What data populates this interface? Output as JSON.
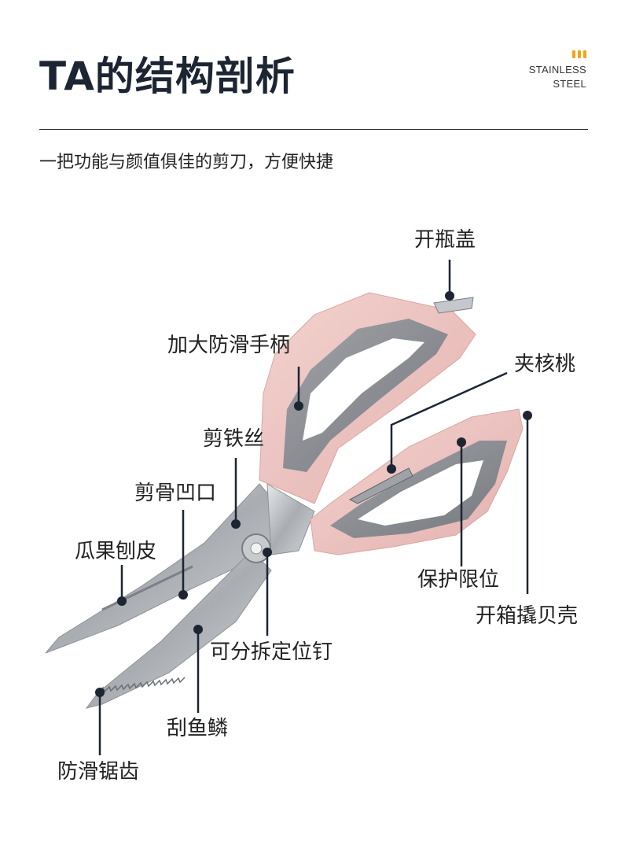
{
  "header": {
    "title": "TA的结构剖析",
    "brand_line1": "STAINLESS",
    "brand_line2": "STEEL",
    "accent_color": "#f2a413"
  },
  "subtitle": "一把功能与颜值俱佳的剪刀，方便快捷",
  "colors": {
    "handle_pink": "#ecc3c0",
    "handle_grip": "#8c8e93",
    "steel": "#b9bcc0",
    "callout_line": "#1d2533"
  },
  "callouts": {
    "bottle_opener": "开瓶盖",
    "large_grip_handle": "加大防滑手柄",
    "walnut_cracker": "夹核桃",
    "wire_cutter": "剪铁丝",
    "bone_notch": "剪骨凹口",
    "fruit_peeler": "瓜果刨皮",
    "protective_stop": "保护限位",
    "box_shell_opener": "开箱撬贝壳",
    "detachable_pin": "可分拆定位钉",
    "fish_scaler": "刮鱼鳞",
    "anti_slip_serration": "防滑锯齿"
  }
}
